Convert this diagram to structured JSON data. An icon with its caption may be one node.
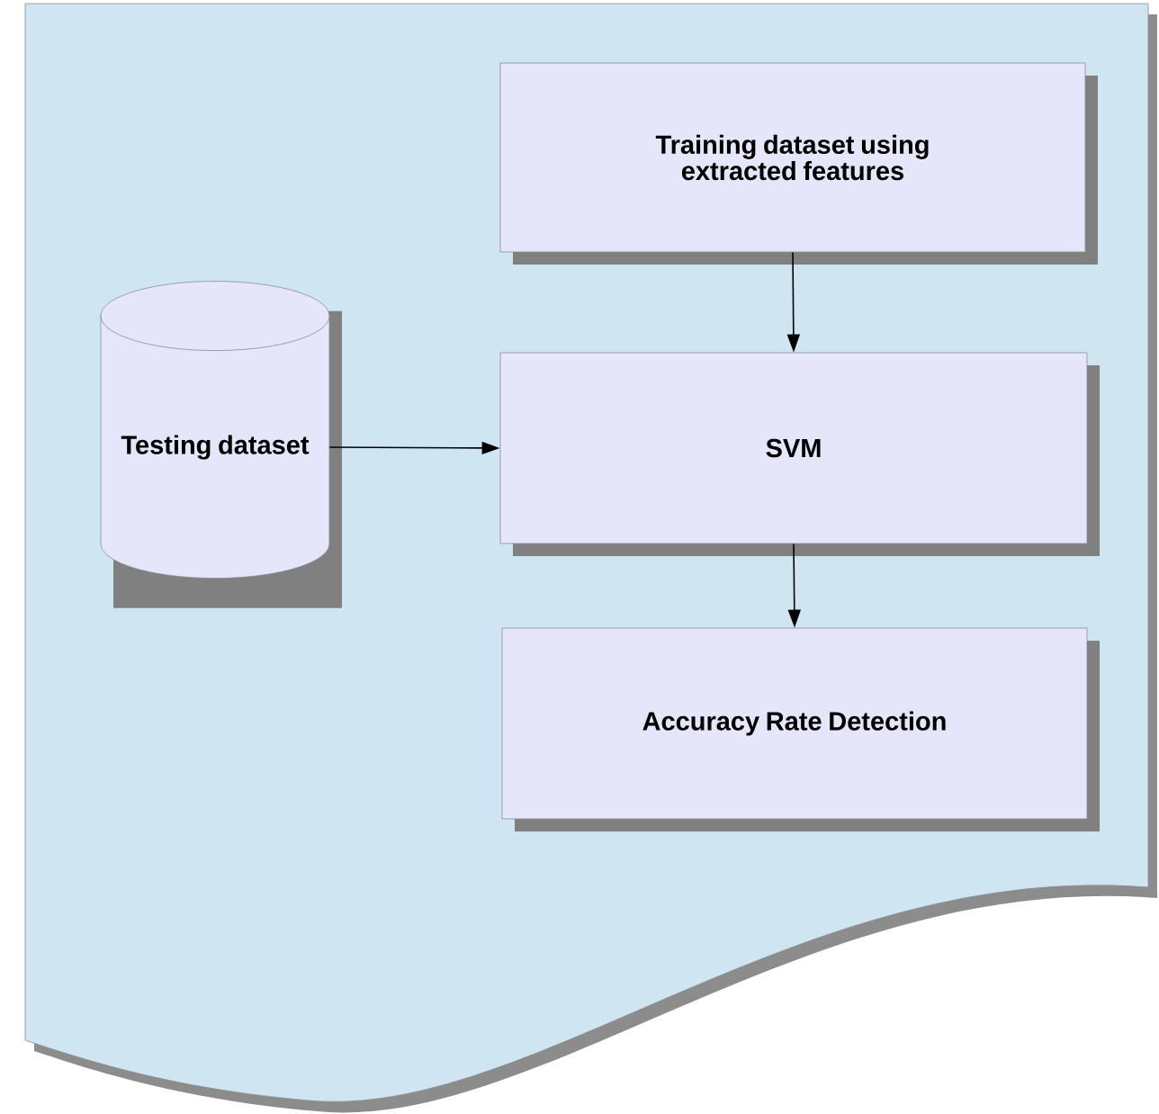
{
  "diagram": {
    "nodes": [
      {
        "text": [
          "Training dataset using extracted features"
        ]
      },
      {
        "text": [
          "Testing dataset"
        ]
      },
      {
        "text": [
          "SVM"
        ]
      },
      {
        "text": [
          "Accuracy Rate Detection"
        ]
      }
    ],
    "edges": [
      {
        "from": 0,
        "to": 2,
        "arrow": "to"
      },
      {
        "from": 1,
        "to": 2,
        "arrow": "to"
      },
      {
        "from": 2,
        "to": 3,
        "arrow": "to"
      }
    ]
  }
}
